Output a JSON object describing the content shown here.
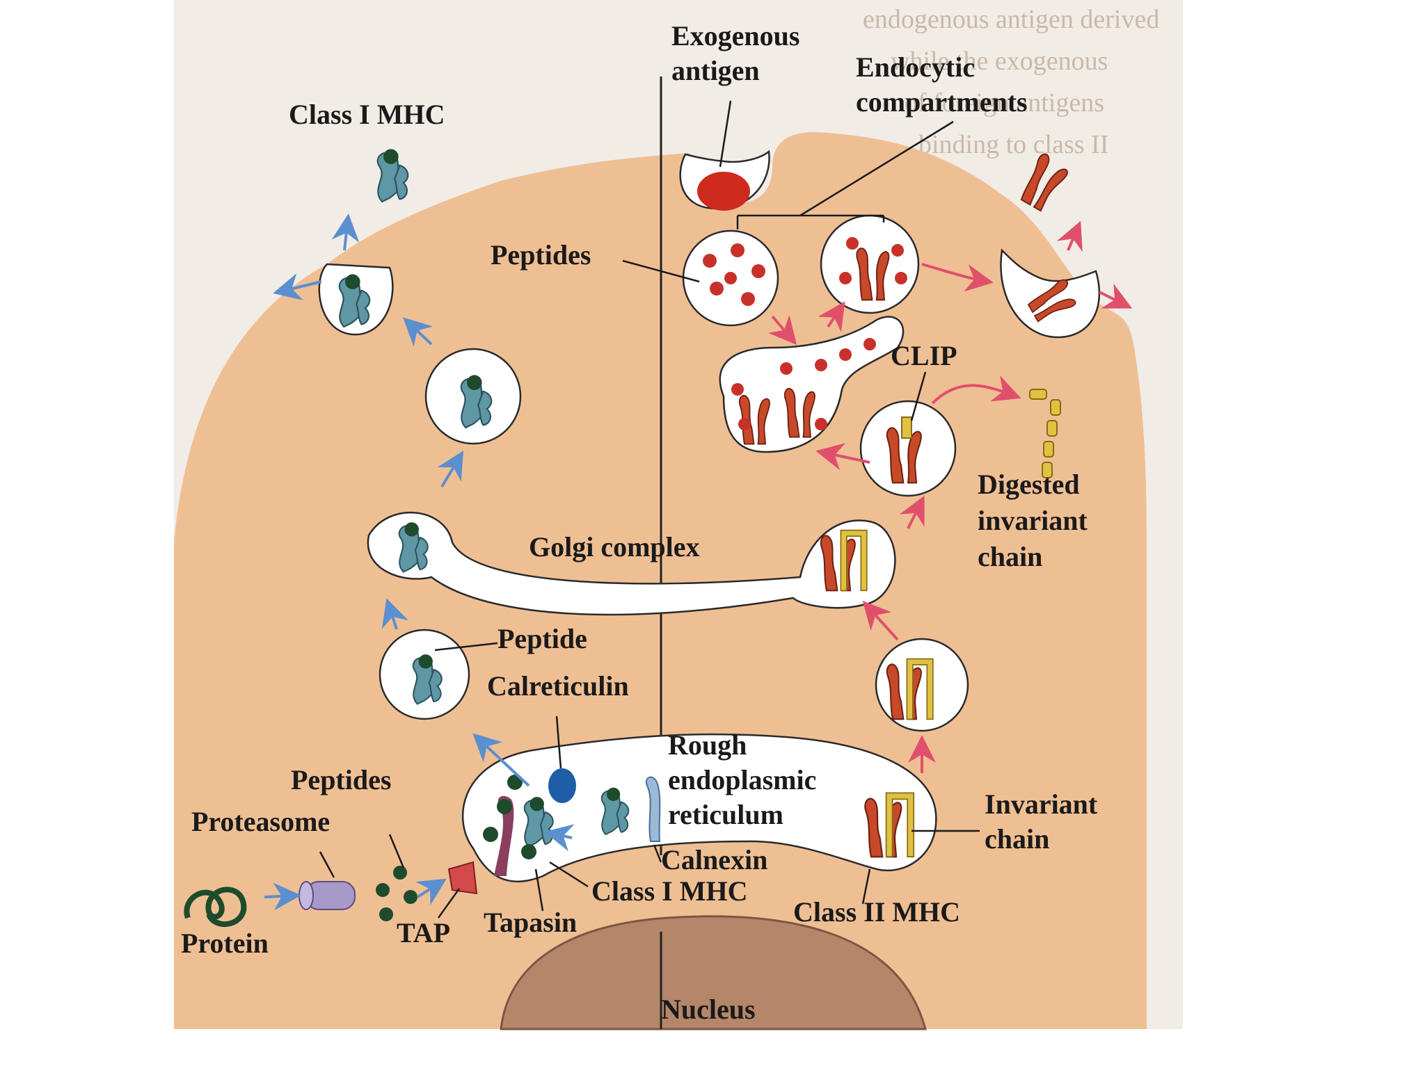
{
  "labels": {
    "exogenous_antigen": [
      "Exogenous",
      "antigen"
    ],
    "endocytic_compartments": [
      "Endocytic",
      "compartments"
    ],
    "class_i_mhc_top": "Class I MHC",
    "peptides_top": "Peptides",
    "clip": "CLIP",
    "digested_invariant_chain": [
      "Digested",
      "invariant",
      "chain"
    ],
    "golgi_complex": "Golgi complex",
    "peptide": "Peptide",
    "calreticulin": "Calreticulin",
    "rough_er": [
      "Rough",
      "endoplasmic",
      "reticulum"
    ],
    "peptides_bottom": "Peptides",
    "proteasome": "Proteasome",
    "invariant_chain": [
      "Invariant",
      "chain"
    ],
    "calnexin": "Calnexin",
    "class_i_mhc_bottom": "Class I MHC",
    "class_ii_mhc": "Class II MHC",
    "protein": "Protein",
    "tap": "TAP",
    "tapasin": "Tapasin",
    "nucleus": "Nucleus"
  },
  "colors": {
    "cytoplasm": "#efbf94",
    "vesicle": "#ffffff",
    "class_i_mhc": "#5f98a4",
    "class_ii_mhc": "#c8492a",
    "peptide_class_i": "#1e4b2c",
    "peptide_class_ii": "#c8312a",
    "invariant_chain": "#e0c242",
    "class_i_arrow": "#5b8fcf",
    "class_ii_arrow": "#e0506b",
    "nucleus": "#b58669",
    "calreticulin": "#1f5ea6",
    "tap": "#d44a4a",
    "proteasome": "#a79ac8",
    "tapasin": "#8a3f5e"
  }
}
